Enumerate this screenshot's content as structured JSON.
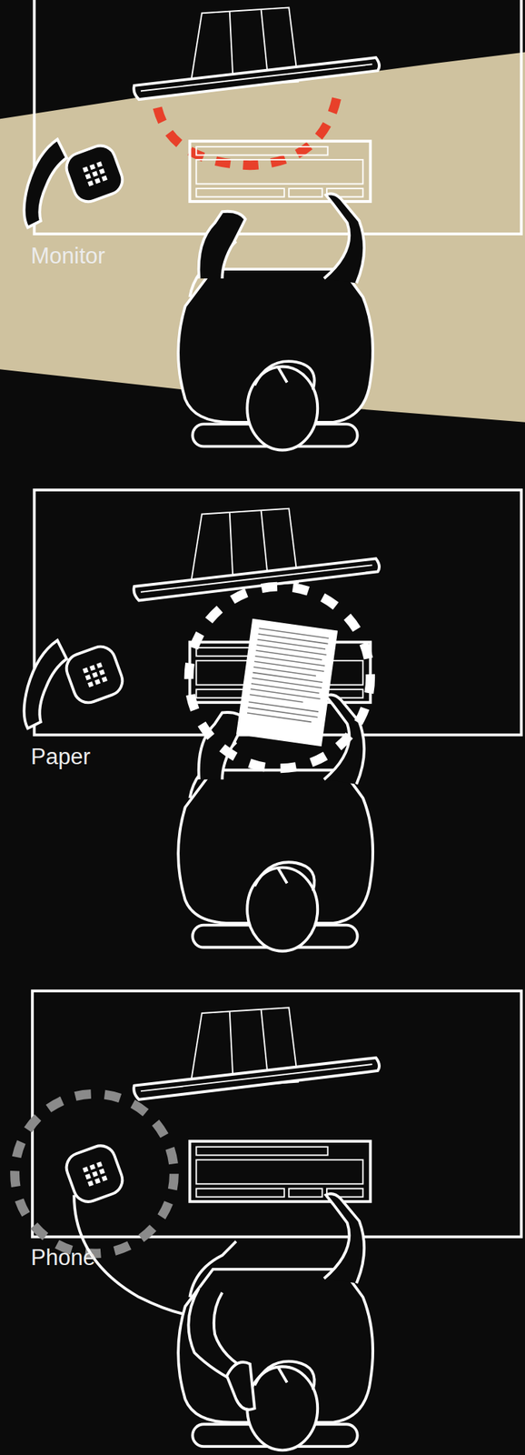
{
  "diagram": {
    "labels": [
      "Monitor",
      "Paper",
      "Phone"
    ]
  }
}
